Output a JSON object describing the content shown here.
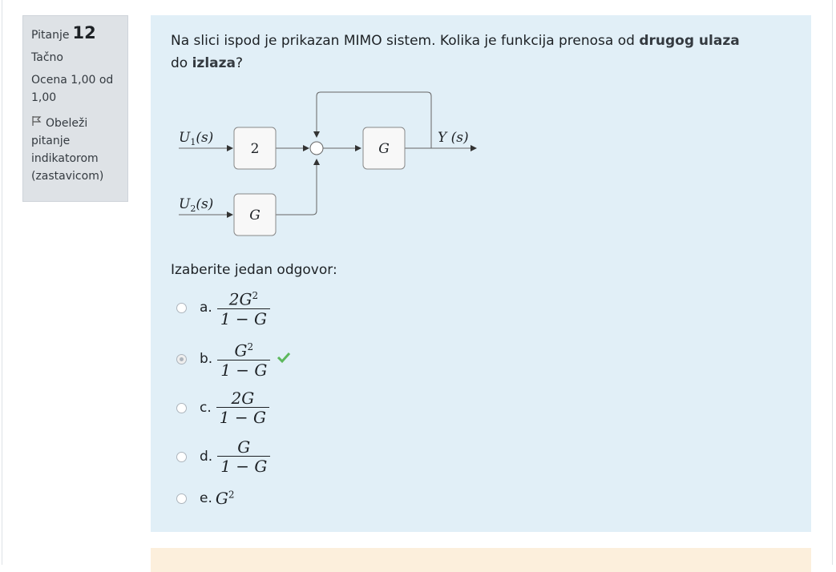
{
  "info": {
    "question_label": "Pitanje",
    "question_number": "12",
    "state": "Tačno",
    "grade": "Ocena 1,00 od 1,00",
    "flag_text": "Obeleži pitanje indikatorom (zastavicom)"
  },
  "question": {
    "text_1": "Na slici ispod je prikazan MIMO sistem. Kolika je funkcija prenosa od ",
    "bold_1": "drugog ulaza",
    "text_2": " do ",
    "bold_2": "izlaza",
    "text_3": "?"
  },
  "diagram": {
    "input1": "U",
    "input1_sub": "1",
    "input1_arg": "(s)",
    "input2": "U",
    "input2_sub": "2",
    "input2_arg": "(s)",
    "block1": "2",
    "block2": "G",
    "block3": "G",
    "output": "Y (s)"
  },
  "prompt": "Izaberite jedan odgovor:",
  "answers": [
    {
      "letter": "a.",
      "num": "2G",
      "num_sup": "2",
      "den": "1 − G",
      "selected": false
    },
    {
      "letter": "b.",
      "num": "G",
      "num_sup": "2",
      "den": "1 − G",
      "selected": true,
      "correct": true
    },
    {
      "letter": "c.",
      "num": "2G",
      "num_sup": "",
      "den": "1 − G",
      "selected": false
    },
    {
      "letter": "d.",
      "num": "G",
      "num_sup": "",
      "den": "1 − G",
      "selected": false
    },
    {
      "letter": "e.",
      "expr": "G",
      "expr_sup": "2",
      "selected": false
    }
  ],
  "colors": {
    "info_bg": "#dee2e6",
    "content_bg": "#e1eff7",
    "correct_green": "#5cb85c",
    "next_block_bg": "#fcefdc"
  },
  "icons": {
    "flag": "flag-icon",
    "check": "check-icon"
  }
}
